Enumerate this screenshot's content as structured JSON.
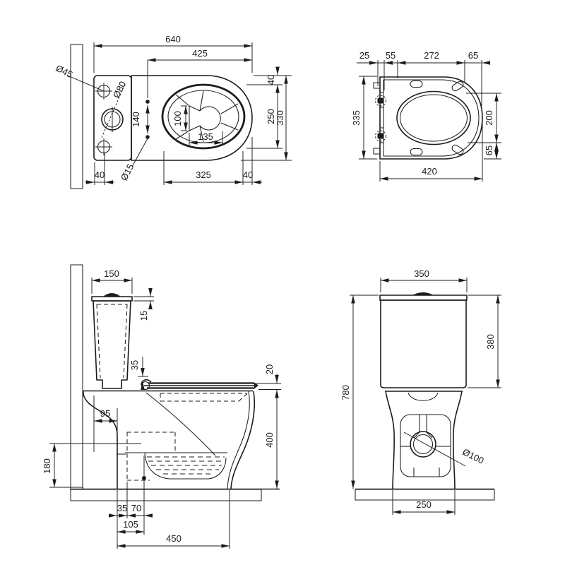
{
  "drawing": {
    "toilet_top": {
      "dims": {
        "overall_length": "640",
        "tank_to_front": "425",
        "rim_top_offset": "40",
        "bowl_inner_width": "250",
        "bowl_width": "330",
        "bolt_spacing": "140",
        "outlet_width": "100",
        "outlet_length": "135",
        "hole_offset": "40",
        "bowl_front_length": "325",
        "front_offset": "40"
      },
      "labels": {
        "supply_hole": "Ø45",
        "drain_hole": "Ø80",
        "bolt_hole": "Ø15"
      }
    },
    "seat_top": {
      "dims": {
        "hinge_offset": "25",
        "hinge_width": "55",
        "slot_span": "272",
        "side_offset": "65",
        "seat_width": "335",
        "inner_depth": "200",
        "inner_offset": "65",
        "seat_length": "420"
      }
    },
    "toilet_side": {
      "dims": {
        "tank_top_width": "150",
        "lid_thickness": "15",
        "tank_to_seat": "35",
        "seat_thickness": "20",
        "trap_offset": "95",
        "trap_height": "180",
        "bowl_height": "400",
        "bolt_offset_a": "35",
        "bolt_offset_b": "70",
        "bolt_offset_c": "105",
        "overall_depth": "450"
      }
    },
    "toilet_rear": {
      "dims": {
        "tank_width": "350",
        "tank_height": "380",
        "overall_height": "780",
        "base_width": "250"
      },
      "labels": {
        "outlet_hole": "Ø100"
      }
    }
  }
}
